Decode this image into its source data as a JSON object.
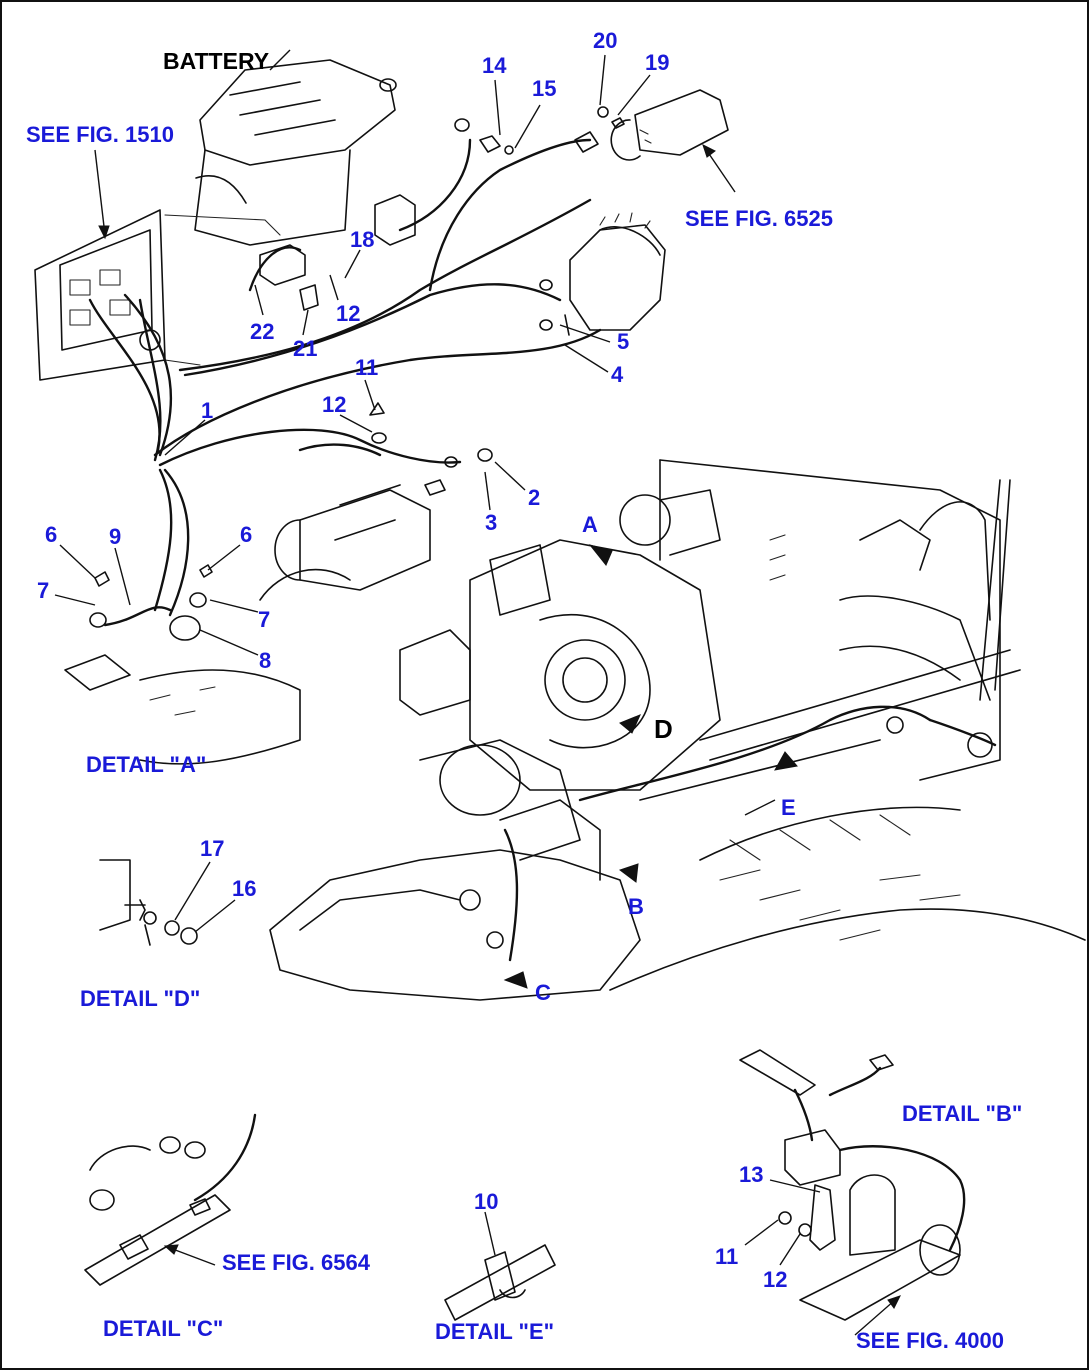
{
  "headings": {
    "battery": "BATTERY"
  },
  "references": {
    "fig_1510": "SEE FIG. 1510",
    "fig_6525": "SEE FIG. 6525",
    "fig_6564": "SEE FIG. 6564",
    "fig_4000": "SEE FIG. 4000"
  },
  "details": {
    "a": "DETAIL \"A\"",
    "b": "DETAIL \"B\"",
    "c": "DETAIL \"C\"",
    "d": "DETAIL \"D\"",
    "e": "DETAIL \"E\""
  },
  "view_letters": {
    "a": "A",
    "b": "B",
    "c": "C",
    "d": "D",
    "e": "E"
  },
  "callouts": {
    "n1": "1",
    "n2": "2",
    "n3": "3",
    "n4": "4",
    "n5": "5",
    "n6a": "6",
    "n6b": "6",
    "n7a": "7",
    "n7b": "7",
    "n8": "8",
    "n9": "9",
    "n10": "10",
    "n11a": "11",
    "n11b": "11",
    "n12a": "12",
    "n12b": "12",
    "n12c": "12",
    "n13": "13",
    "n14": "14",
    "n15": "15",
    "n16": "16",
    "n17": "17",
    "n18": "18",
    "n19": "19",
    "n20": "20",
    "n21": "21",
    "n22": "22"
  },
  "colors": {
    "callout_text": "#1a1ad8",
    "line_art": "#111111",
    "background": "#ffffff"
  }
}
